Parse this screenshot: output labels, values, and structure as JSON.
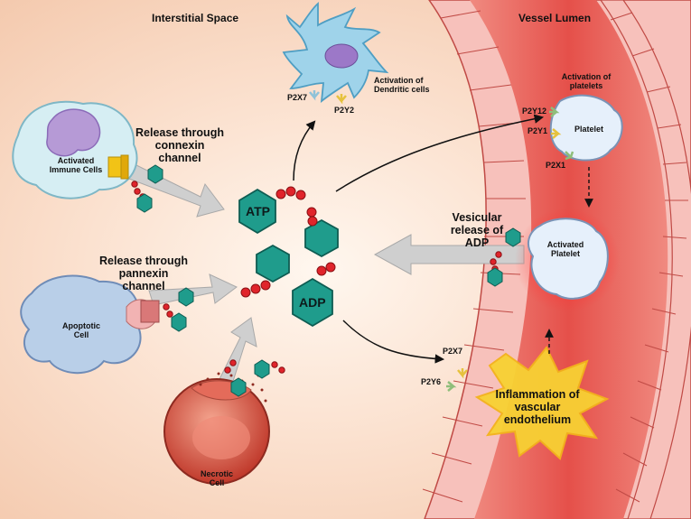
{
  "labels": {
    "interstitial": "Interstitial Space",
    "lumen": "Vessel Lumen",
    "immune": "Activated\nImmune Cells",
    "connexin": "Release through\nconnexin\nchannel",
    "pannexin": "Release through\npannexin\nchannel",
    "apoptotic": "Apoptotic\nCell",
    "necrotic": "Necrotic\nCell",
    "atp": "ATP",
    "adp": "ADP",
    "dendritic": "Activation of\nDendritic cells",
    "p2x7_top": "P2X7",
    "p2y2": "P2Y2",
    "act_platelets": "Activation of\nplatelets",
    "p2y12": "P2Y12",
    "p2y1": "P2Y1",
    "p2x1": "P2X1",
    "platelet": "Platelet",
    "vesicular": "Vesicular\nrelease of\nADP",
    "activated_platelet": "Activated\nPlatelet",
    "p2x7_bottom": "P2X7",
    "p2y6": "P2Y6",
    "inflammation": "Inflammation of\nvascular\nendothelium"
  },
  "colors": {
    "nucleotide": "#1f9c8c",
    "phosphate": "#e0242b",
    "vessel": "#e9645c",
    "vessel_wall": "#f6b4ae",
    "arrow": "#c9c9c9",
    "inflammation": "#f7d133"
  }
}
